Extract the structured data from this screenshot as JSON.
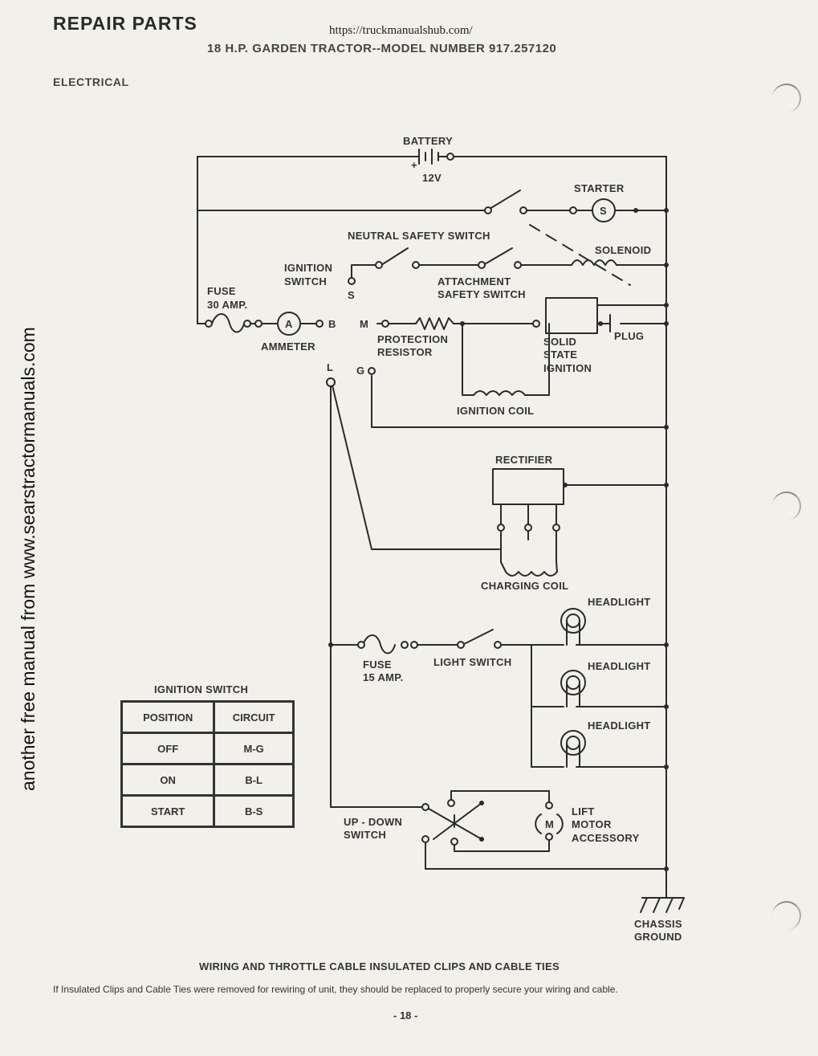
{
  "header": {
    "title": "REPAIR PARTS",
    "source_url": "https://truckmanualshub.com/",
    "model": "18 H.P. GARDEN TRACTOR--MODEL NUMBER 917.257120",
    "section": "ELECTRICAL"
  },
  "watermark": "another free manual from www.searstractormanuals.com",
  "diagram": {
    "battery": "BATTERY",
    "battery_plus": "+",
    "battery_voltage": "12V",
    "starter": "STARTER",
    "starter_symbol": "S",
    "neutral_safety_switch": "NEUTRAL SAFETY SWITCH",
    "solenoid": "SOLENOID",
    "ignition_switch_1": "IGNITION",
    "ignition_switch_2": "SWITCH",
    "terminal_s": "S",
    "attachment_switch_1": "ATTACHMENT",
    "attachment_switch_2": "SAFETY SWITCH",
    "fuse_30_1": "FUSE",
    "fuse_30_2": "30 AMP.",
    "ammeter_symbol": "A",
    "terminal_b": "B",
    "terminal_m": "M",
    "ammeter": "AMMETER",
    "protection_resistor_1": "PROTECTION",
    "protection_resistor_2": "RESISTOR",
    "solid_state_1": "SOLID",
    "solid_state_2": "STATE",
    "solid_state_3": "IGNITION",
    "plug": "PLUG",
    "terminal_l": "L",
    "terminal_g": "G",
    "ignition_coil": "IGNITION COIL",
    "rectifier": "RECTIFIER",
    "charging_coil": "CHARGING COIL",
    "headlight_1": "HEADLIGHT",
    "headlight_2": "HEADLIGHT",
    "headlight_3": "HEADLIGHT",
    "fuse_15_1": "FUSE",
    "fuse_15_2": "15 AMP.",
    "light_switch": "LIGHT SWITCH",
    "updown_switch_1": "UP - DOWN",
    "updown_switch_2": "SWITCH",
    "motor_symbol": "M",
    "lift_motor_1": "LIFT",
    "lift_motor_2": "MOTOR",
    "lift_motor_3": "ACCESSORY",
    "chassis_1": "CHASSIS",
    "chassis_2": "GROUND"
  },
  "ignition_table": {
    "title": "IGNITION SWITCH",
    "headers": [
      "POSITION",
      "CIRCUIT"
    ],
    "rows": [
      [
        "OFF",
        "M-G"
      ],
      [
        "ON",
        "B-L"
      ],
      [
        "START",
        "B-S"
      ]
    ]
  },
  "footer": {
    "title": "WIRING AND THROTTLE CABLE INSULATED CLIPS AND CABLE TIES",
    "note": "If Insulated Clips and Cable Ties were removed for rewiring of unit, they should be replaced to properly secure your wiring and cable.",
    "page": "- 18 -"
  }
}
